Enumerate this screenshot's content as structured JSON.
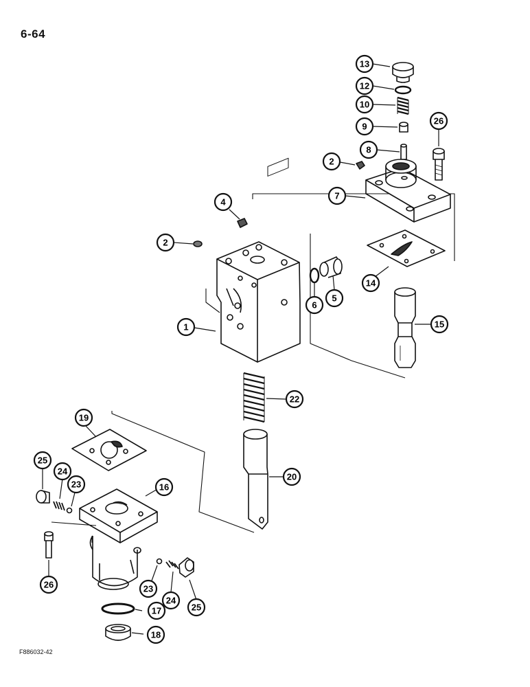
{
  "page": {
    "number": "6-64",
    "figure_code": "F886032-42"
  },
  "callouts": [
    "1",
    "2",
    "2",
    "4",
    "5",
    "6",
    "7",
    "8",
    "9",
    "10",
    "12",
    "13",
    "14",
    "15",
    "16",
    "17",
    "18",
    "19",
    "20",
    "22",
    "23",
    "23",
    "24",
    "24",
    "25",
    "25",
    "26",
    "26"
  ]
}
